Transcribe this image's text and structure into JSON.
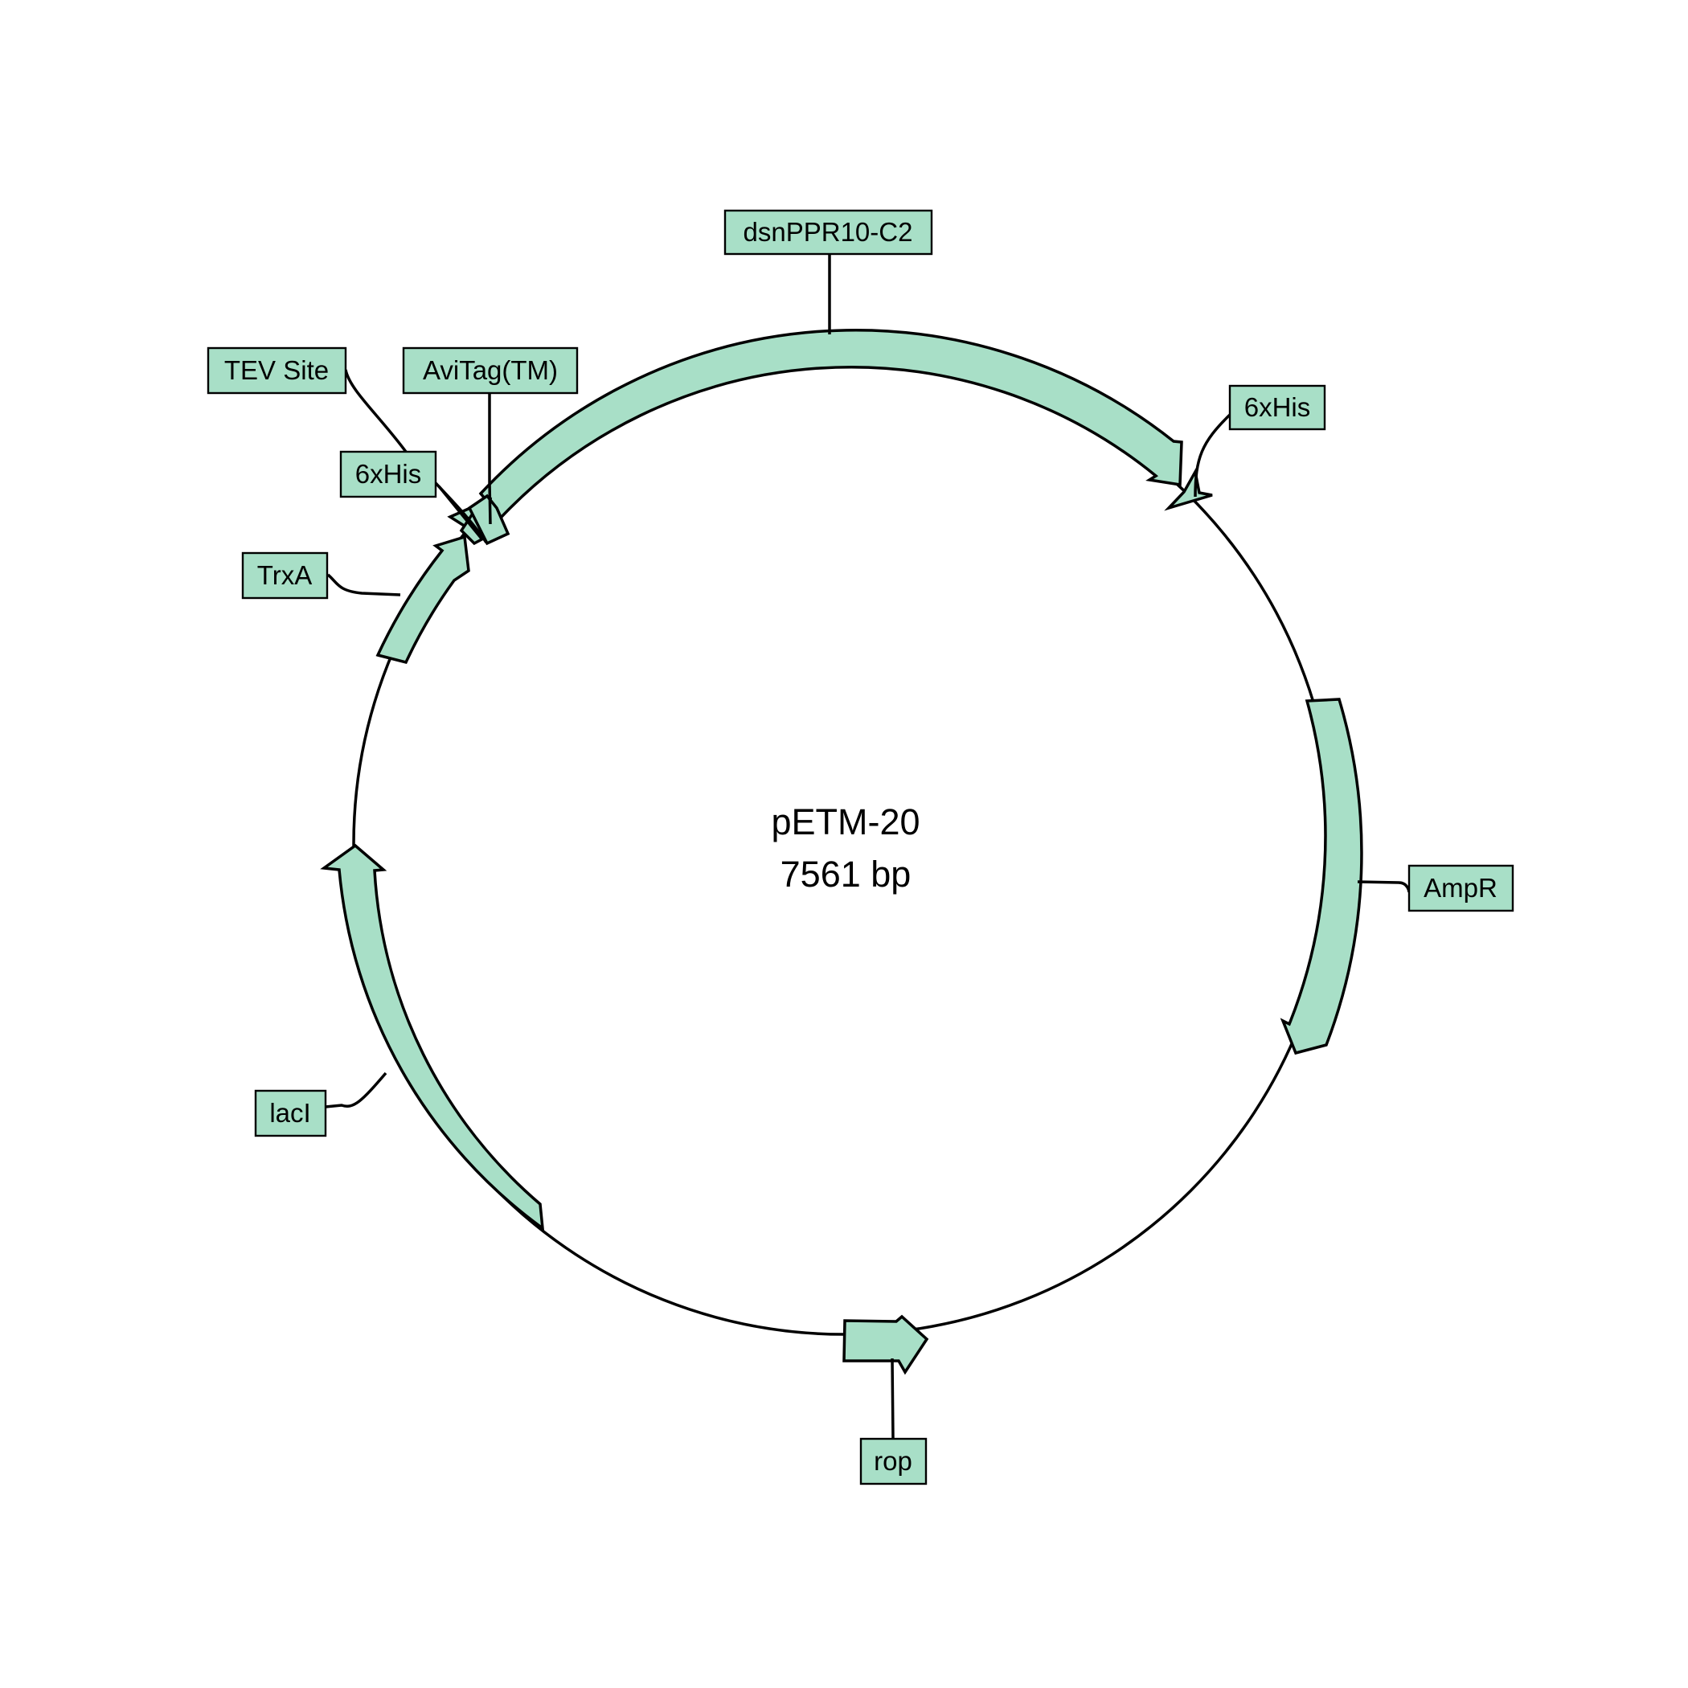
{
  "plasmid": {
    "name": "pETM-20",
    "size_label": "7561 bp"
  },
  "colors": {
    "feature_fill": "#a8dfc7",
    "outline": "#000000",
    "background": "#ffffff"
  },
  "features": [
    {
      "id": "dsnppr10",
      "label": "dsnPPR10-C2",
      "type": "arrow"
    },
    {
      "id": "his-right",
      "label": "6xHis",
      "type": "arrow"
    },
    {
      "id": "ampr",
      "label": "AmpR",
      "type": "arrow"
    },
    {
      "id": "rop",
      "label": "rop",
      "type": "arrow"
    },
    {
      "id": "laci",
      "label": "lacI",
      "type": "arrow"
    },
    {
      "id": "trxa",
      "label": "TrxA",
      "type": "arrow"
    },
    {
      "id": "his-left",
      "label": "6xHis",
      "type": "arrow"
    },
    {
      "id": "tev",
      "label": "TEV Site",
      "type": "arrow"
    },
    {
      "id": "avitag",
      "label": "AviTag(TM)",
      "type": "arrow"
    }
  ]
}
